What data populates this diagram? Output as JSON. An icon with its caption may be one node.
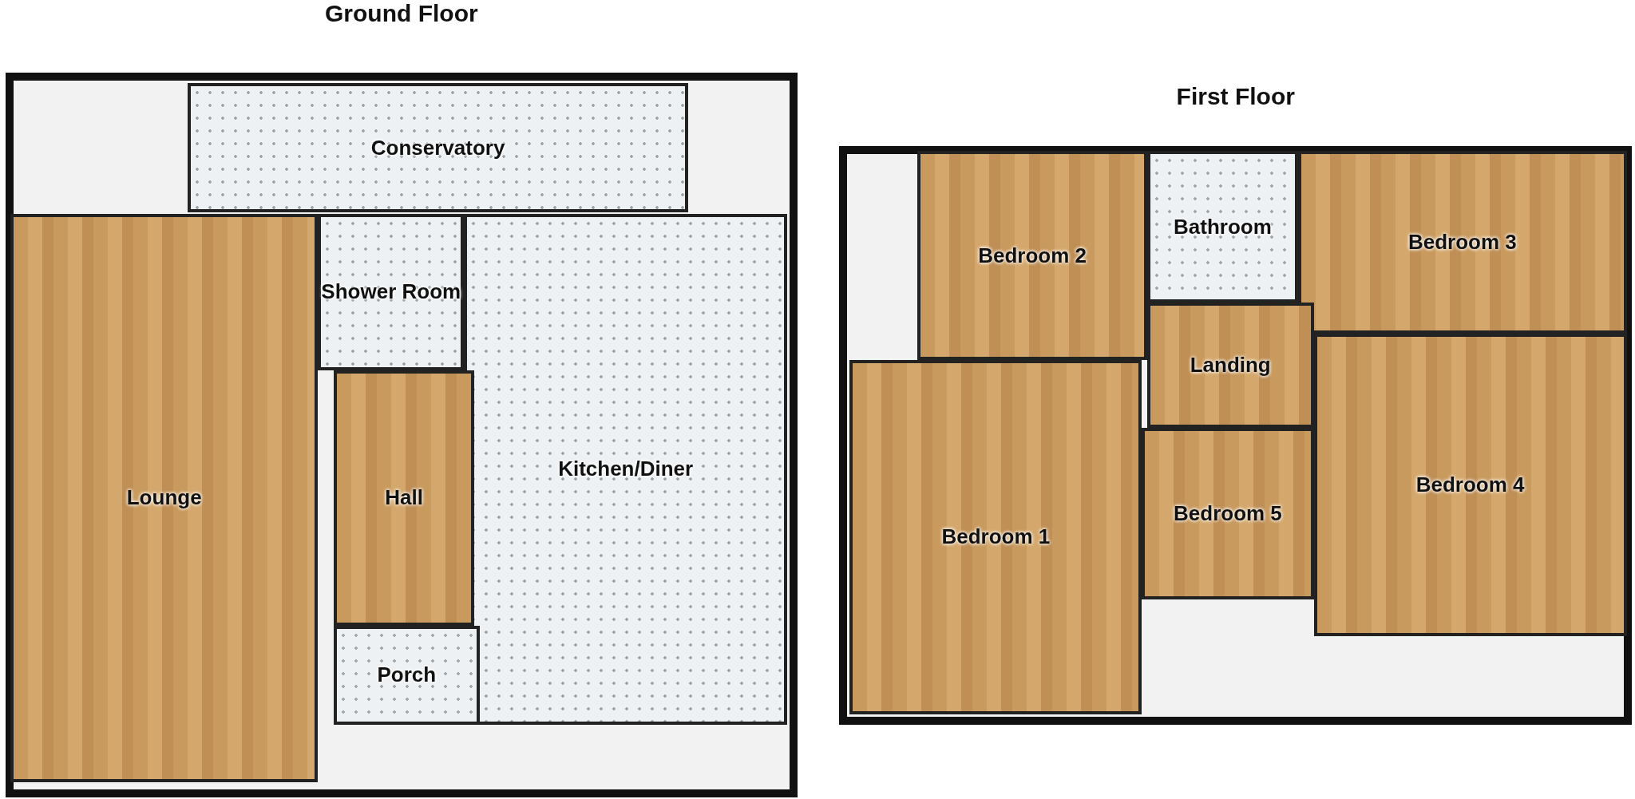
{
  "diagram": {
    "nodes": [
      {
        "text": [
          "Ground Floor"
        ]
      },
      {
        "text": [
          "Conservatory"
        ],
        "in": 0
      },
      {
        "text": [
          "Lounge"
        ],
        "in": 0
      },
      {
        "text": [
          "Shower Room"
        ],
        "in": 0
      },
      {
        "text": [
          "Kitchen/Diner"
        ],
        "in": 0
      },
      {
        "text": [
          "Hall"
        ],
        "in": 0
      },
      {
        "text": [
          "Porch"
        ],
        "in": 0
      },
      {
        "text": [
          "First Floor"
        ]
      },
      {
        "text": [
          "Bedroom 2"
        ],
        "in": 7
      },
      {
        "text": [
          "Bathroom"
        ],
        "in": 7
      },
      {
        "text": [
          "Bedroom 3"
        ],
        "in": 7
      },
      {
        "text": [
          "Landing"
        ],
        "in": 7
      },
      {
        "text": [
          "Bedroom 1"
        ],
        "in": 7
      },
      {
        "text": [
          "Bedroom 5"
        ],
        "in": 7
      },
      {
        "text": [
          "Bedroom 4"
        ],
        "in": 7
      }
    ]
  }
}
